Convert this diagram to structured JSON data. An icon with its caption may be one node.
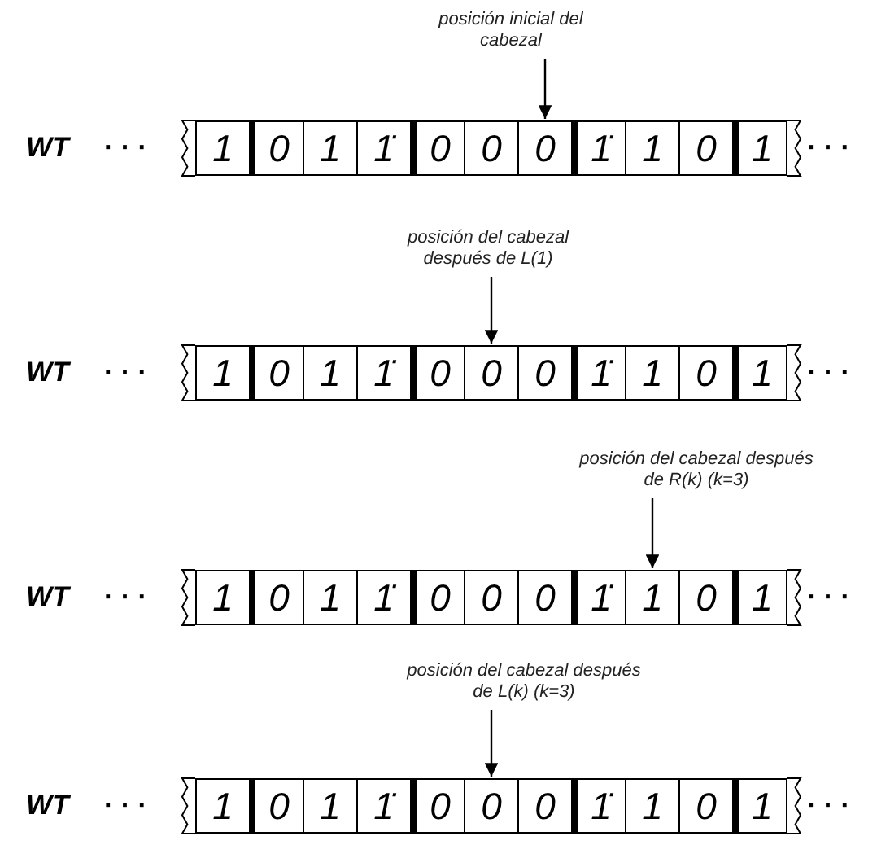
{
  "diagram": {
    "nodes": [
      {
        "text": [
          "posición inicial del cabezal"
        ]
      },
      {
        "text": [
          "1"
        ]
      },
      {
        "text": [
          "0"
        ]
      },
      {
        "text": [
          "1"
        ]
      },
      {
        "text": [
          "1̇"
        ]
      },
      {
        "text": [
          "0"
        ]
      },
      {
        "text": [
          "0"
        ]
      },
      {
        "text": [
          "0"
        ]
      },
      {
        "text": [
          "1̇"
        ]
      },
      {
        "text": [
          "1"
        ]
      },
      {
        "text": [
          "0"
        ]
      },
      {
        "text": [
          "1"
        ]
      },
      {
        "text": [
          "posición del cabezal después de L(1)"
        ]
      },
      {
        "text": [
          "1"
        ]
      },
      {
        "text": [
          "0"
        ]
      },
      {
        "text": [
          "1"
        ]
      },
      {
        "text": [
          "1̇"
        ]
      },
      {
        "text": [
          "0"
        ]
      },
      {
        "text": [
          "0"
        ]
      },
      {
        "text": [
          "0"
        ]
      },
      {
        "text": [
          "1̇"
        ]
      },
      {
        "text": [
          "1"
        ]
      },
      {
        "text": [
          "0"
        ]
      },
      {
        "text": [
          "1"
        ]
      },
      {
        "text": [
          "posición del cabezal después de R(k) (k=3)"
        ]
      },
      {
        "text": [
          "1"
        ]
      },
      {
        "text": [
          "0"
        ]
      },
      {
        "text": [
          "1"
        ]
      },
      {
        "text": [
          "1̇"
        ]
      },
      {
        "text": [
          "0"
        ]
      },
      {
        "text": [
          "0"
        ]
      },
      {
        "text": [
          "0"
        ]
      },
      {
        "text": [
          "1̇"
        ]
      },
      {
        "text": [
          "1"
        ]
      },
      {
        "text": [
          "0"
        ]
      },
      {
        "text": [
          "1"
        ]
      },
      {
        "text": [
          "posición del cabezal después de L(k) (k=3)"
        ]
      },
      {
        "text": [
          "1"
        ]
      },
      {
        "text": [
          "0"
        ]
      },
      {
        "text": [
          "1"
        ]
      },
      {
        "text": [
          "1̇"
        ]
      },
      {
        "text": [
          "0"
        ]
      },
      {
        "text": [
          "0"
        ]
      },
      {
        "text": [
          "0"
        ]
      },
      {
        "text": [
          "1̇"
        ]
      },
      {
        "text": [
          "1"
        ]
      },
      {
        "text": [
          "0"
        ]
      },
      {
        "text": [
          "1"
        ]
      }
    ],
    "edges": [
      {
        "from": 0,
        "to": 7,
        "arrow": "to"
      },
      {
        "from": 12,
        "to": 18,
        "arrow": "to"
      },
      {
        "from": 24,
        "to": 33,
        "arrow": "to"
      },
      {
        "from": 36,
        "to": 42,
        "arrow": "to"
      }
    ],
    "labels": [
      "WT",
      "· · ·",
      "· · ·",
      "WT",
      "· · ·",
      "· · ·",
      "WT",
      "· · ·",
      "· · ·",
      "WT",
      "· · ·",
      "· · ·"
    ]
  }
}
